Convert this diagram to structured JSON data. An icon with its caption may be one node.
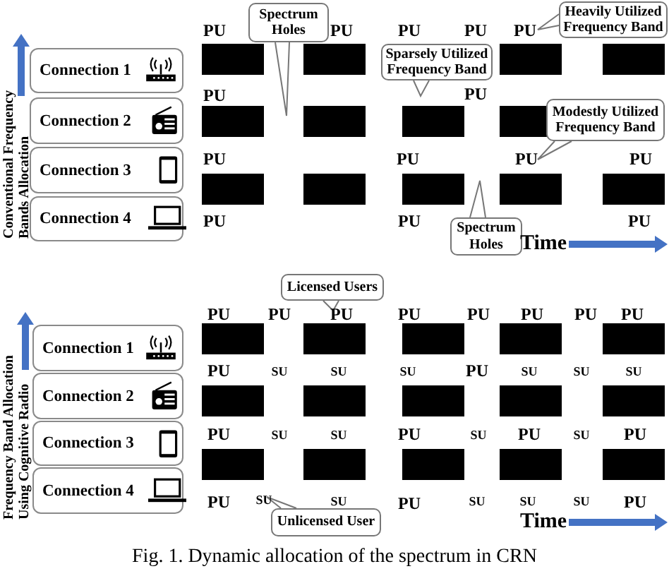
{
  "diagram": {
    "caption": "Fig. 1. Dynamic allocation of the spectrum in CRN",
    "nodes": [
      {
        "text": [
          "Connection 1"
        ]
      },
      {
        "text": [
          "Connection 2"
        ]
      },
      {
        "text": [
          "Connection 3"
        ]
      },
      {
        "text": [
          "Connection 4"
        ]
      },
      {
        "text": [
          "Connection 1"
        ]
      },
      {
        "text": [
          "Connection 2"
        ]
      },
      {
        "text": [
          "Connection 3"
        ]
      },
      {
        "text": [
          "Connection 4"
        ]
      },
      {
        "text": [
          "Spectrum Holes"
        ]
      },
      {
        "text": [
          "Heavily Utilized Frequency Band"
        ]
      },
      {
        "text": [
          "Sparsely Utilized Frequency Band"
        ]
      },
      {
        "text": [
          "Modestly Utilized Frequency Band"
        ]
      },
      {
        "text": [
          "Spectrum Holes"
        ]
      },
      {
        "text": [
          "Licensed Users"
        ]
      },
      {
        "text": [
          "Unlicensed User"
        ]
      }
    ],
    "edges": [],
    "labels": [
      "PU",
      "PU",
      "PU",
      "PU",
      "PU",
      "Conventional Frequency Bands Allocation",
      "PU",
      "PU",
      "PU",
      "PU",
      "PU",
      "PU",
      "PU",
      "PU",
      "PU",
      "Time",
      "Frequency Band Allocation Using Cognitive Radio",
      "PU",
      "PU",
      "PU",
      "PU",
      "PU",
      "PU",
      "PU",
      "PU",
      "PU",
      "SU",
      "SU",
      "SU",
      "PU",
      "SU",
      "SU",
      "SU",
      "PU",
      "SU",
      "SU",
      "PU",
      "SU",
      "PU",
      "SU",
      "PU",
      "PU",
      "SU",
      "SU",
      "PU",
      "SU",
      "SU",
      "SU",
      "PU",
      "Time"
    ]
  }
}
